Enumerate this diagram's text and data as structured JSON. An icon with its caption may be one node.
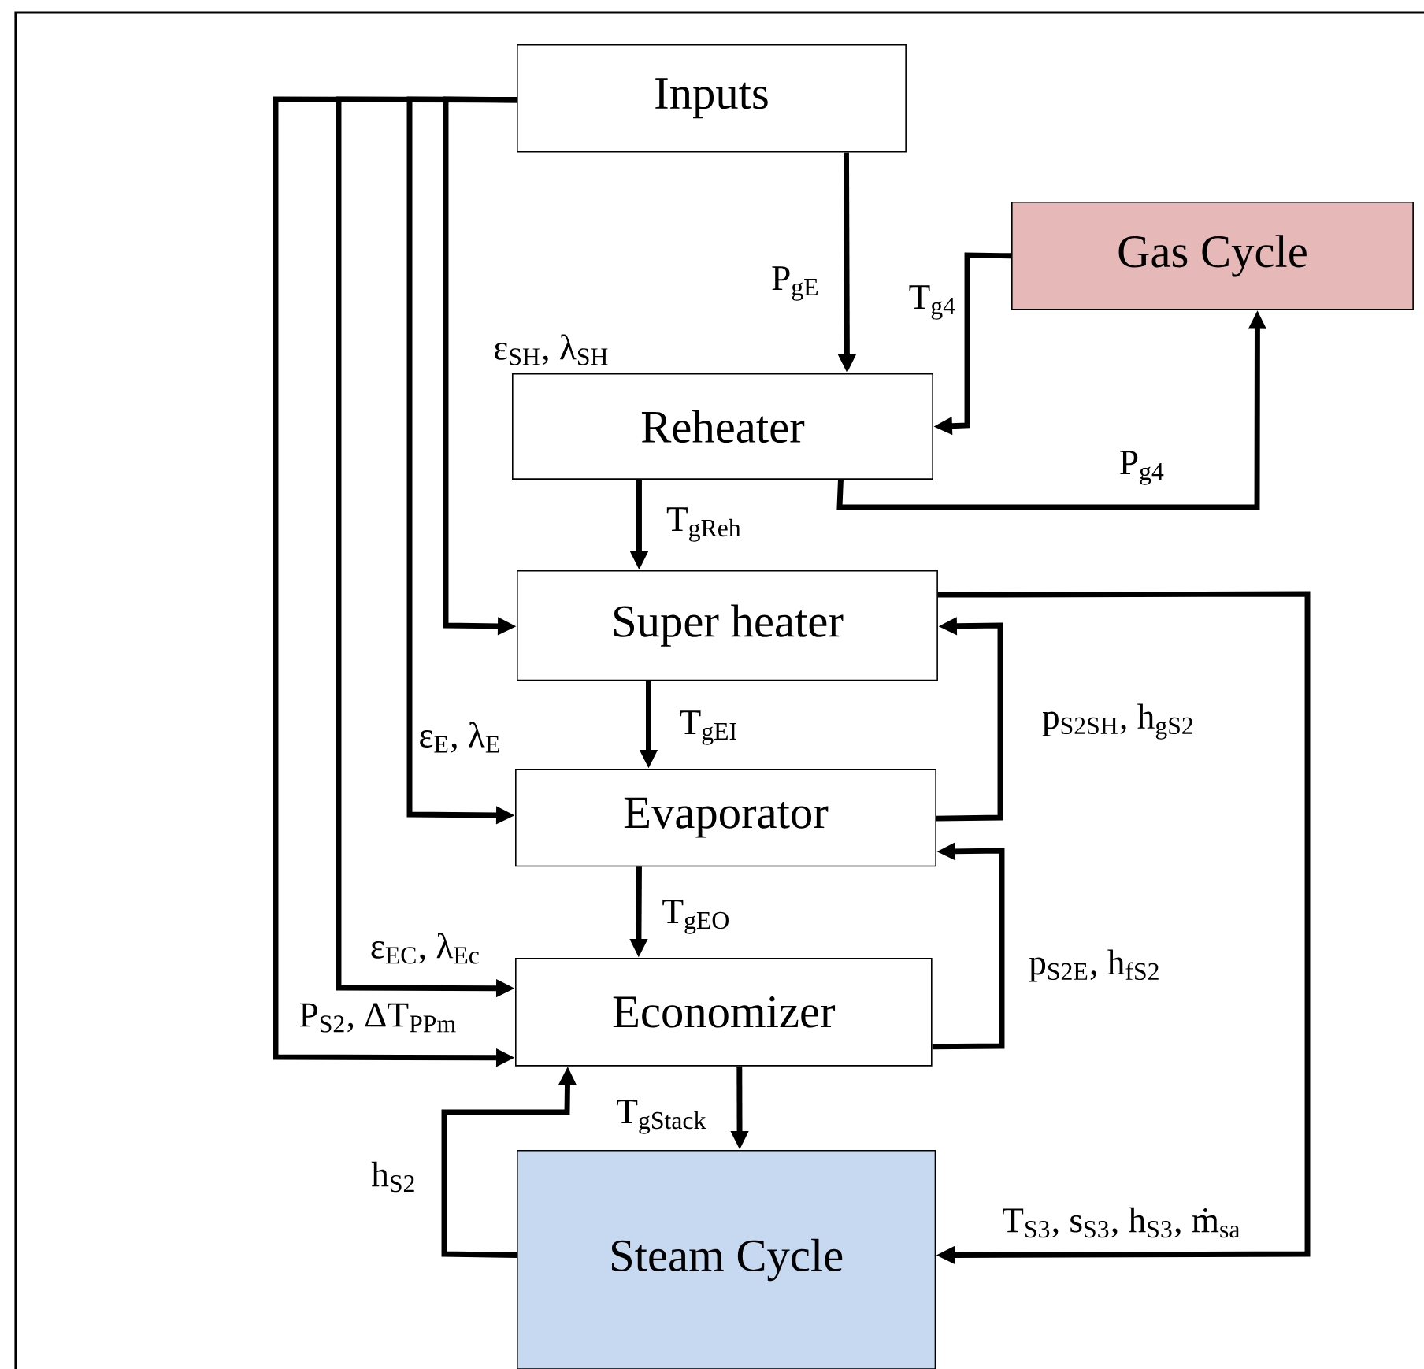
{
  "diagram": {
    "nodes": [
      {
        "text": [
          "Inputs"
        ]
      },
      {
        "text": [
          "Gas Cycle"
        ]
      },
      {
        "text": [
          "Reheater"
        ]
      },
      {
        "text": [
          "Super heater"
        ]
      },
      {
        "text": [
          "Evaporator"
        ]
      },
      {
        "text": [
          "Economizer"
        ]
      },
      {
        "text": [
          "Steam Cycle"
        ]
      }
    ],
    "edges": [
      {
        "from": 0,
        "to": 2,
        "arrow": "to",
        "label": "P$_{gE}$"
      },
      {
        "from": 1,
        "to": 2,
        "arrow": "to",
        "label": "T$_{g4}$"
      },
      {
        "from": 2,
        "to": 1,
        "arrow": "to",
        "label": "P$_{g4}$"
      },
      {
        "from": 2,
        "to": 3,
        "arrow": "to",
        "label": "T$_{gReh}$"
      },
      {
        "from": 0,
        "to": 3,
        "arrow": "to",
        "label": "ε$_{SH}$, λ$_{SH}$"
      },
      {
        "from": 0,
        "to": 4,
        "arrow": "to",
        "label": "ε$_{E}$, λ$_{E}$"
      },
      {
        "from": 0,
        "to": 5,
        "arrow": "to",
        "label": "ε$_{EC}$, λ$_{Ec}$"
      },
      {
        "from": 0,
        "to": 5,
        "arrow": "to",
        "label": "P$_{S2}$, ΔT$_{PPm}$"
      },
      {
        "from": 3,
        "to": 4,
        "arrow": "to",
        "label": "T$_{gEI}$"
      },
      {
        "from": 4,
        "to": 3,
        "arrow": "to",
        "label": "p$_{S2SH}$, h$_{gS2}$"
      },
      {
        "from": 4,
        "to": 5,
        "arrow": "to",
        "label": "T$_{gEO}$"
      },
      {
        "from": 5,
        "to": 4,
        "arrow": "to",
        "label": "p$_{S2E}$, h$_{fS2}$"
      },
      {
        "from": 5,
        "to": 6,
        "arrow": "to",
        "label": "T$_{gStack}$"
      },
      {
        "from": 6,
        "to": 5,
        "arrow": "to",
        "label": "h$_{S2}$"
      },
      {
        "from": 3,
        "to": 6,
        "arrow": "to",
        "label": "T$_{S3}$, s$_{S3}$, h$_{S3}$, ṁ$_{sa}$"
      }
    ]
  }
}
